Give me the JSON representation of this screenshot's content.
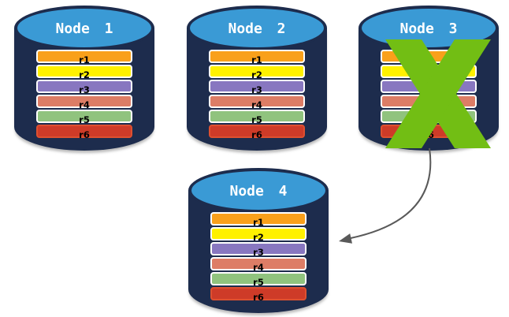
{
  "diagram": {
    "description": "Database replication diagram: failed node replicated to new node",
    "background": "#FFFFFF",
    "colors": {
      "cylinder_body": "#1D2C4D",
      "cylinder_top": "#3A9AD5",
      "node_title": "#FFFFFF",
      "record_text": "#000000",
      "failure_x": "#72BE14",
      "arrow": "#595959"
    },
    "records": [
      {
        "label": "r1",
        "color": "#F9A01B",
        "border": "#FFFFFF"
      },
      {
        "label": "r2",
        "color": "#FFF100",
        "border": "#FFFFFF"
      },
      {
        "label": "r3",
        "color": "#8877C0",
        "border": "#FFFFFF"
      },
      {
        "label": "r4",
        "color": "#DD7D66",
        "border": "#FFFFFF"
      },
      {
        "label": "r5",
        "color": "#90C37E",
        "border": "#FFFFFF"
      },
      {
        "label": "r6",
        "color": "#CE3B28",
        "border": "#DE5030"
      }
    ],
    "nodes": [
      {
        "id": "node-1",
        "title": "Node 1",
        "failed": false
      },
      {
        "id": "node-2",
        "title": "Node 2",
        "failed": false
      },
      {
        "id": "node-3",
        "title": "Node 3",
        "failed": true
      },
      {
        "id": "node-4",
        "title": "Node 4",
        "failed": false
      }
    ],
    "arrow": {
      "from": "node-3",
      "to": "node-4"
    }
  }
}
